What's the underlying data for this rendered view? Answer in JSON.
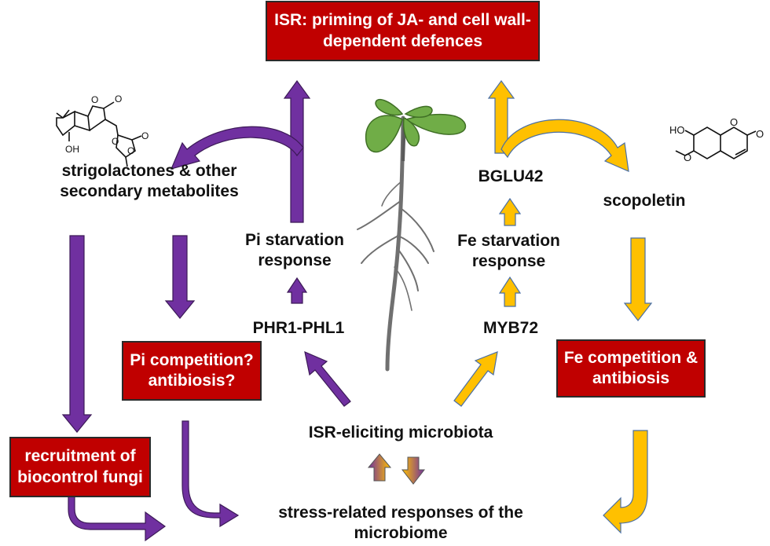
{
  "top_box": {
    "line1": "ISR: priming of JA- and cell wall-",
    "line2": "dependent defences"
  },
  "left": {
    "metabolites_line1": "strigolactones & other",
    "metabolites_line2": "secondary metabolites",
    "pi_starvation_line1": "Pi starvation",
    "pi_starvation_line2": "response",
    "phr1": "PHR1-PHL1",
    "pi_box_line1": "Pi competition?",
    "pi_box_line2": "antibiosis?",
    "fungi_box_line1": "recruitment of",
    "fungi_box_line2": "biocontrol fungi"
  },
  "right": {
    "bglu42": "BGLU42",
    "scopoletin": "scopoletin",
    "fe_starvation_line1": "Fe starvation",
    "fe_starvation_line2": "response",
    "myb72": "MYB72",
    "fe_box_line1": "Fe competition &",
    "fe_box_line2": "antibiosis"
  },
  "center": {
    "microbiota": "ISR-eliciting microbiota",
    "stress_line1": "stress-related responses of the",
    "stress_line2": "microbiome"
  },
  "structures": {
    "strigolactone_oh": "OH",
    "strigolactone_o": "O",
    "scopoletin_ho": "HO",
    "scopoletin_o": "O"
  },
  "colors": {
    "purple_arrow": "#7030a0",
    "yellow_arrow": "#ffc000",
    "red_box": "#c00000",
    "plant_leaf": "#70ad47",
    "plant_root": "#6b6b6b"
  }
}
